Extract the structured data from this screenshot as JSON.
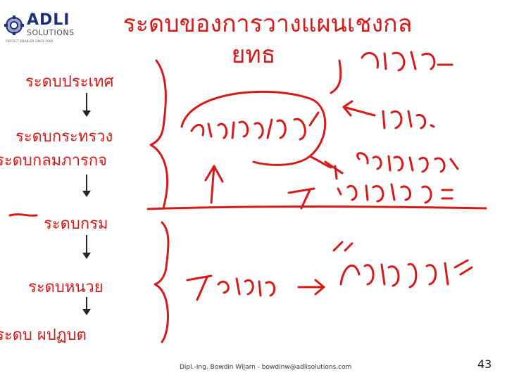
{
  "logo": {
    "name": "ADLI",
    "sub": "SOLUTIONS",
    "tagline": "PERFECT ENABLER SINCE 2000"
  },
  "title": {
    "line1": "ระดบของการวางแผนเชงกล",
    "line2": "ยทธ"
  },
  "levels": [
    {
      "label": "ระดบประเทศ"
    },
    {
      "label": "ระดบกระทรวง"
    },
    {
      "label": "ระดบกลมภารกจ"
    },
    {
      "label": "ระดบกรม"
    },
    {
      "label": "ระดบหนวย"
    },
    {
      "label": "ระดบ  ผปฏบต"
    }
  ],
  "footer": {
    "credit": "Dipl.-Ing. Bowdin Wijarn - bowdinw@adlisolutions.com",
    "page_number": "43"
  },
  "colors": {
    "title": "#d61a1a",
    "ink": "#d61a1a",
    "logo_blue": "#1f2f7a"
  }
}
